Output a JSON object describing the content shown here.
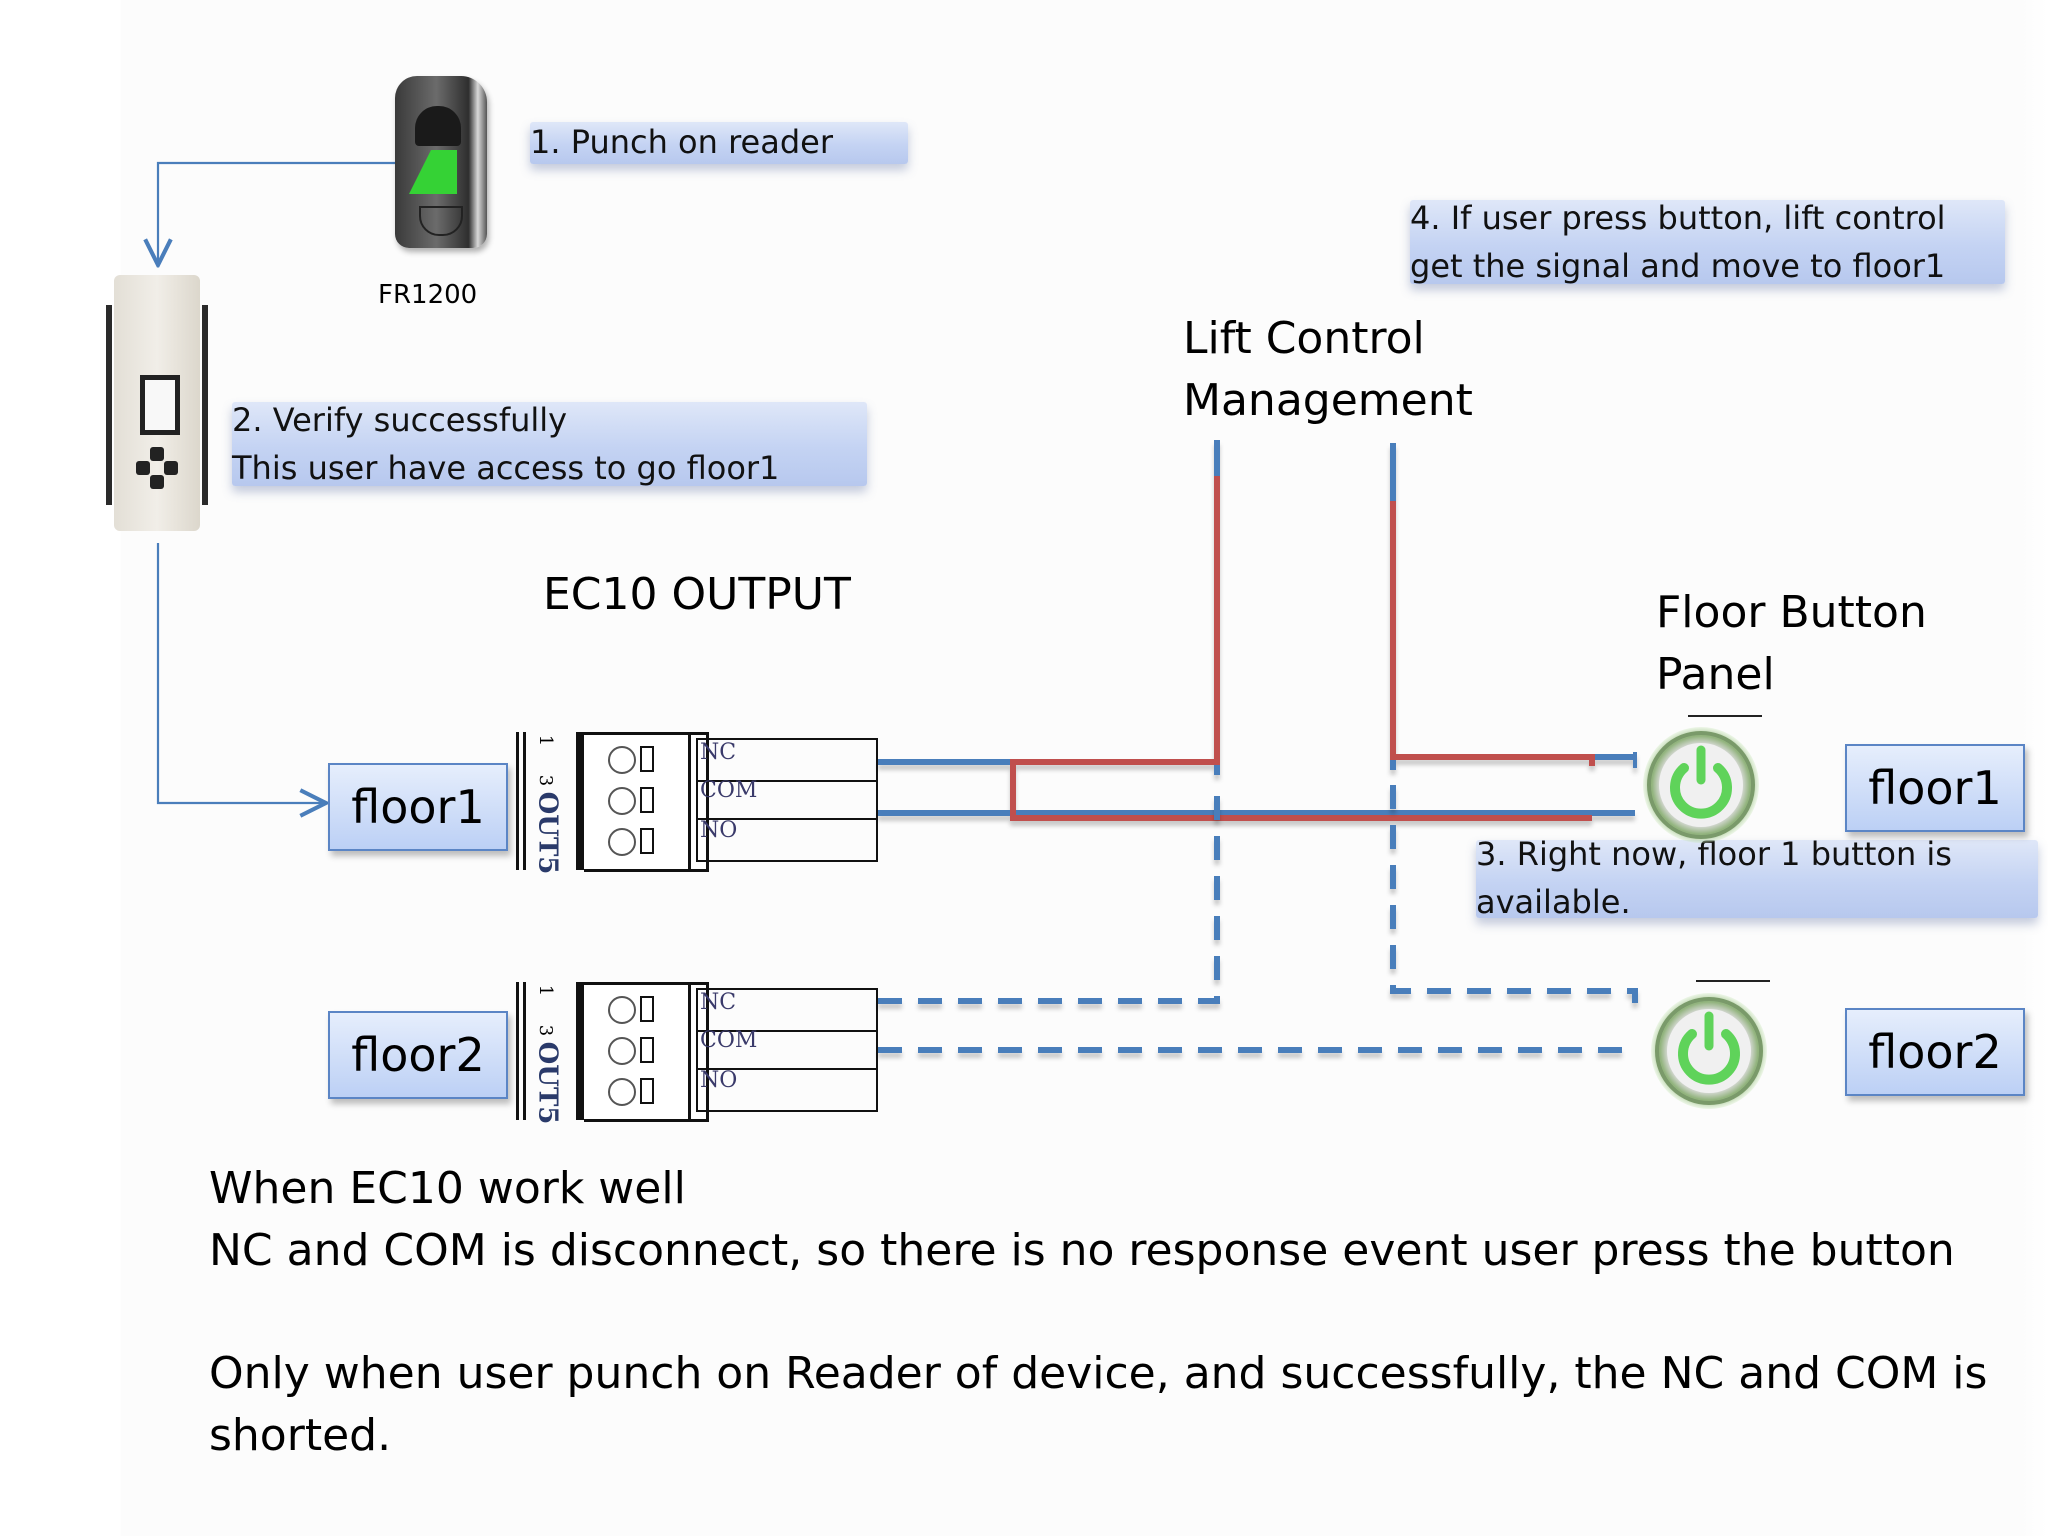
{
  "reader": {
    "model_label": "FR1200",
    "icon": "fingerprint-reader-icon"
  },
  "controller": {
    "icon": "access-controller-icon"
  },
  "callouts": {
    "step1": {
      "lines": [
        "1. Punch on reader"
      ]
    },
    "step2": {
      "lines": [
        "2. Verify successfully",
        "This user have  access to go floor1"
      ]
    },
    "step3": {
      "lines": [
        "3. Right now, floor 1 button is",
        "available."
      ]
    },
    "step4": {
      "lines": [
        "4. If user press button, lift control",
        "get the signal and move to floor1"
      ]
    }
  },
  "headings": {
    "ec10_output": "EC10 OUTPUT",
    "lift_control": [
      "Lift Control",
      "Management"
    ],
    "floor_button_panel": [
      "Floor Button",
      "Panel"
    ]
  },
  "terminals": [
    {
      "floor_label": "floor1",
      "port_label": "OUT5",
      "pin_top": "1",
      "pin_mid": "3",
      "pins": [
        "NC",
        "COM",
        "NO"
      ],
      "wiring": "solid-active"
    },
    {
      "floor_label": "floor2",
      "port_label": "OUT5",
      "pin_top": "1",
      "pin_mid": "3",
      "pins": [
        "NC",
        "COM",
        "NO"
      ],
      "wiring": "dashed-inactive"
    }
  ],
  "panel_buttons": [
    {
      "floor_label": "floor1",
      "icon": "power-button-icon"
    },
    {
      "floor_label": "floor2",
      "icon": "power-button-icon"
    }
  ],
  "notes": {
    "line1": "When EC10 work well",
    "line2": "NC and COM is disconnect, so there is no response event user press the button",
    "line3": "Only when user punch on Reader of device, and successfully,  the NC and COM is",
    "line4": "shorted."
  },
  "colors": {
    "wire_blue": "#4a7ebb",
    "wire_red": "#c0504d",
    "callout_fill": "#c4d3f3",
    "floorbox_border": "#5b85c5",
    "button_green": "#5fd35a"
  }
}
